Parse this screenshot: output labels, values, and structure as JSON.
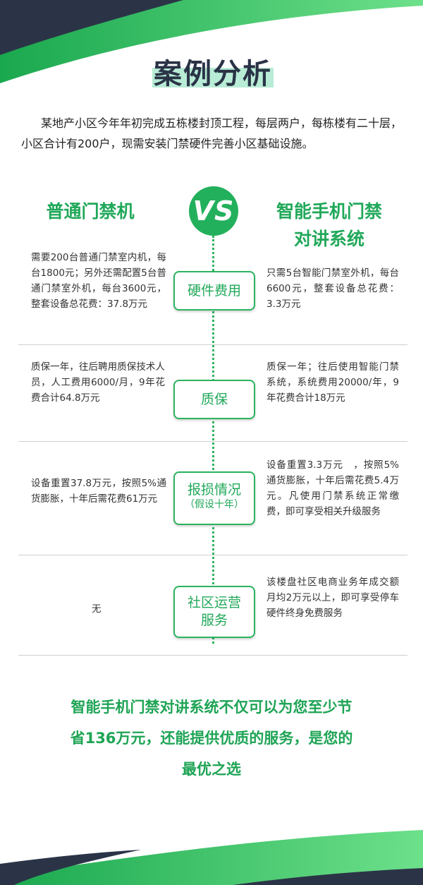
{
  "title": "案例分析",
  "intro": "某地产小区今年年初完成五栋楼封顶工程，每层两户，每栋楼有二十层，小区合计有200户，现需安装门禁硬件完善小区基础设施。",
  "left_heading": "普通门禁机",
  "right_heading_line1": "智能手机门禁",
  "right_heading_line2": "对讲系统",
  "vs_label": "VS",
  "rows": [
    {
      "label": "硬件费用",
      "sublabel": "",
      "left": "需要200台普通门禁室内机，每台1800元；另外还需配置5台普通门禁室外机，每台3600元，整套设备总花费：37.8万元",
      "right": "只需5台智能门禁室外机，每台6600元，整套设备总花费：3.3万元"
    },
    {
      "label": "质保",
      "sublabel": "",
      "left": "质保一年，往后聘用质保技术人员，人工费用6000/月，9年花费合计64.8万元",
      "right": "质保一年；往后使用智能门禁系统，系统费用20000/年，9年花费合计18万元"
    },
    {
      "label": "报损情况",
      "sublabel": "（假设十年）",
      "left": "设备重置37.8万元，按照5%通货膨胀，十年后需花费61万元",
      "right": "设备重置3.3万元　，按照5%通货膨胀，十年后需花费5.4万元。凡使用门禁系统正常缴费，即可享受相关升级服务"
    },
    {
      "label": "社区运营",
      "sublabel": "服务",
      "left": "无",
      "right": "该楼盘社区电商业务年成交额月均2万元以上，即可享受停车硬件终身免费服务"
    }
  ],
  "conclusion_line1": "智能手机门禁对讲系统不仅可以为您至少节",
  "conclusion_line2": "省136万元，还能提供优质的服务，是您的",
  "conclusion_line3": "最优之选",
  "colors": {
    "accent_green": "#21a85a",
    "dark_navy": "#2a3346",
    "light_green": "#b9ecd6"
  }
}
